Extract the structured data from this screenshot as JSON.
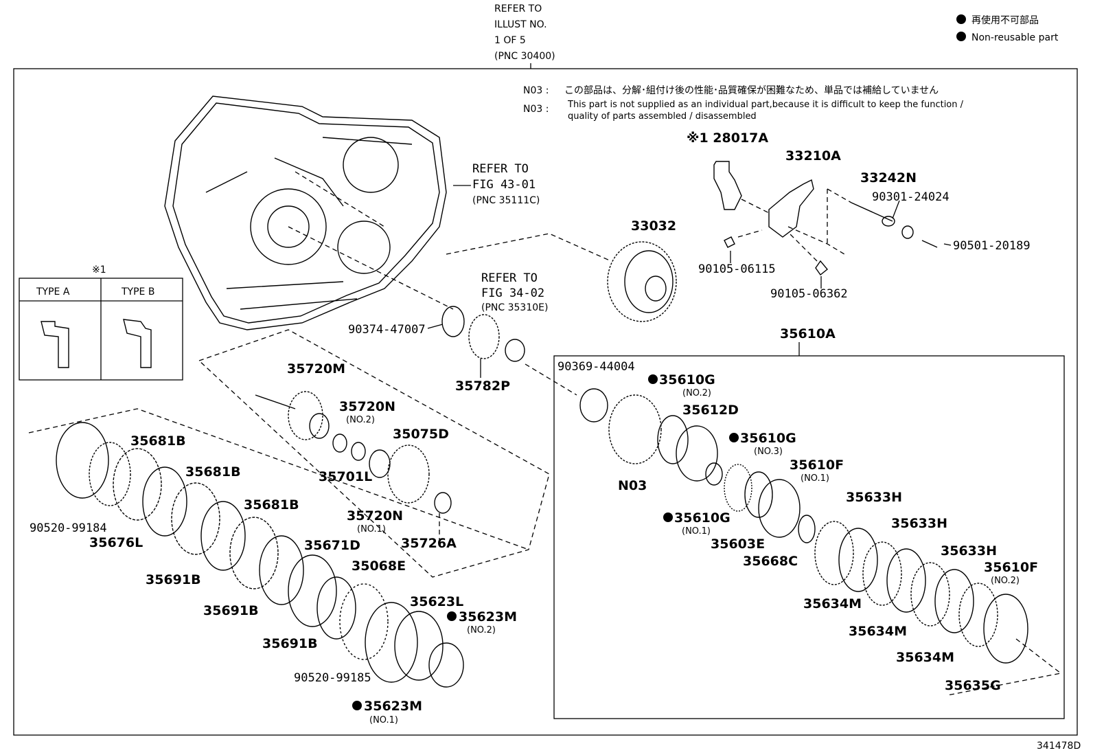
{
  "figure_id": "341478D",
  "legend": {
    "jp": "再使用不可部品",
    "en": "Non-reusable part"
  },
  "top_ref": {
    "l1": "REFER TO",
    "l2": "ILLUST NO.",
    "l3": "1 OF 5",
    "l4": "(PNC 30400)"
  },
  "note": {
    "code1": "N03 :",
    "jp": "この部品は、分解･組付け後の性能･品質確保が困難なため、単品では補給していません",
    "code2": "N03 :",
    "en1": "This part is not supplied as an individual part,because it is difficult to keep the function /",
    "en2": "quality of parts assembled / disassembled"
  },
  "ref_fig43": {
    "l1": "REFER TO",
    "l2": "FIG 43-01",
    "l3": "(PNC 35111C)"
  },
  "ref_fig34": {
    "l1": "REFER TO",
    "l2": "FIG 34-02",
    "l3": "(PNC 35310E)"
  },
  "type_box": {
    "mark": "※1",
    "a": "TYPE A",
    "b": "TYPE B"
  },
  "labels": {
    "p28017A": "※1 28017A",
    "p33210A": "33210A",
    "p33242N": "33242N",
    "p90301": "90301-24024",
    "p90501": "90501-20189",
    "p90105a": "90105-06115",
    "p90105b": "90105-06362",
    "p33032": "33032",
    "p90374": "90374-47007",
    "p35782P": "35782P",
    "p35610A": "35610A",
    "p90369": "90369-44004",
    "p35610G2": "35610G",
    "p35610G2n": "(NO.2)",
    "p35612D": "35612D",
    "p35610G3": "35610G",
    "p35610G3n": "(NO.3)",
    "p35610F1": "35610F",
    "p35610F1n": "(NO.1)",
    "pN03": "N03",
    "p35610G1": "35610G",
    "p35610G1n": "(NO.1)",
    "p35603E": "35603E",
    "p35668C": "35668C",
    "p35633H1": "35633H",
    "p35633H2": "35633H",
    "p35633H3": "35633H",
    "p35610F2": "35610F",
    "p35610F2n": "(NO.2)",
    "p35634M1": "35634M",
    "p35634M2": "35634M",
    "p35634M3": "35634M",
    "p35635G": "35635G",
    "p35720M": "35720M",
    "p35720N2": "35720N",
    "p35720N2n": "(NO.2)",
    "p35075D": "35075D",
    "p35701L": "35701L",
    "p35720N1": "35720N",
    "p35720N1n": "(NO.1)",
    "p35726A": "35726A",
    "p35681B1": "35681B",
    "p35681B2": "35681B",
    "p35681B3": "35681B",
    "p90520a": "90520-99184",
    "p35676L": "35676L",
    "p35691B1": "35691B",
    "p35691B2": "35691B",
    "p35691B3": "35691B",
    "p35671D": "35671D",
    "p35068E": "35068E",
    "p35623L": "35623L",
    "p35623M2": "35623M",
    "p35623M2n": "(NO.2)",
    "p90520b": "90520-99185",
    "p35623M1": "35623M",
    "p35623M1n": "(NO.1)"
  }
}
